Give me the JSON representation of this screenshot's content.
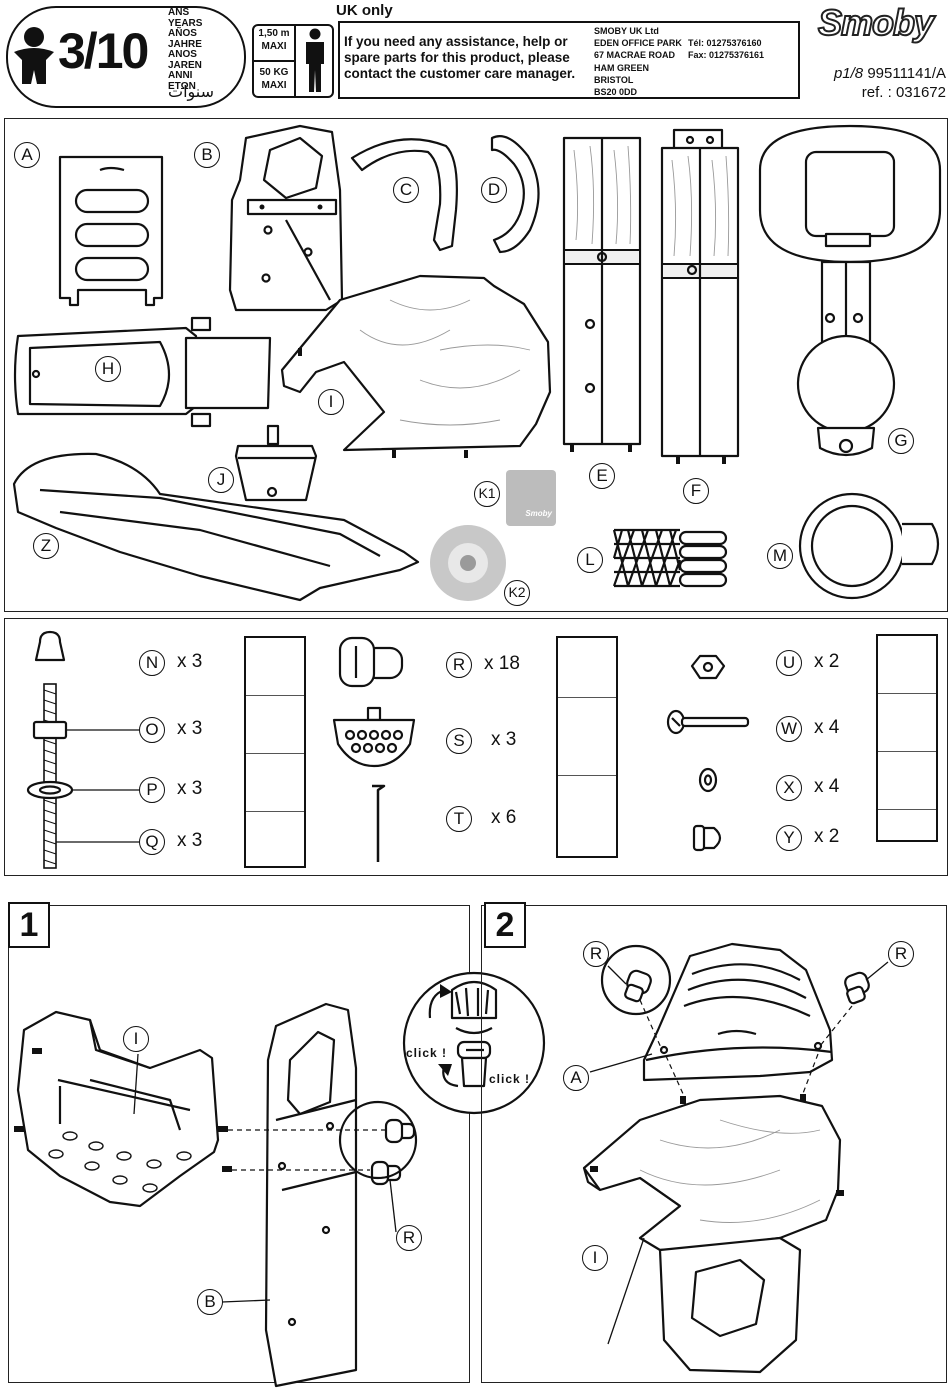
{
  "header": {
    "age": "3/10",
    "age_words": [
      "ANS",
      "YEARS",
      "AÑOS",
      "JAHRE",
      "ANOS",
      "JAREN",
      "ANNI",
      "ΕΤΩΝ"
    ],
    "age_arabic": "سنوات",
    "height_limit": [
      "1,50 m",
      "MAXI"
    ],
    "weight_limit": [
      "50 KG",
      "MAXI"
    ],
    "uk_title": "UK only",
    "assistance_message": "If you need any assistance, help or spare parts for this product, please contact the customer care manager.",
    "address": [
      "SMOBY UK Ltd",
      "EDEN OFFICE PARK",
      "67 MACRAE ROAD",
      "HAM GREEN",
      "BRISTOL",
      "BS20 0DD"
    ],
    "phone": "Tél: 01275376160",
    "fax": "Fax: 01275376161",
    "brand": "Smoby",
    "page": "p1/8",
    "code": "99511141/A",
    "ref": "ref. : 031672"
  },
  "parts_panel": {
    "labels": {
      "A": "A",
      "B": "B",
      "C": "C",
      "D": "D",
      "E": "E",
      "F": "F",
      "G": "G",
      "H": "H",
      "I": "I",
      "J": "J",
      "K1": "K1",
      "K2": "K2",
      "L": "L",
      "M": "M",
      "Z": "Z"
    },
    "k1_brand": "Smoby"
  },
  "hardware": {
    "items": [
      {
        "letter": "N",
        "qty": "x 3"
      },
      {
        "letter": "O",
        "qty": "x 3"
      },
      {
        "letter": "P",
        "qty": "x 3"
      },
      {
        "letter": "Q",
        "qty": "x 3"
      },
      {
        "letter": "R",
        "qty": "x 18"
      },
      {
        "letter": "S",
        "qty": "x 3"
      },
      {
        "letter": "T",
        "qty": "x 6"
      },
      {
        "letter": "U",
        "qty": "x 2"
      },
      {
        "letter": "W",
        "qty": "x 4"
      },
      {
        "letter": "X",
        "qty": "x 4"
      },
      {
        "letter": "Y",
        "qty": "x 2"
      }
    ]
  },
  "steps": [
    {
      "number": "1",
      "labels": [
        "I",
        "R",
        "B"
      ],
      "click_top": "click !",
      "click_bottom": "click !"
    },
    {
      "number": "2",
      "labels": [
        "R",
        "R",
        "A",
        "I"
      ]
    }
  ]
}
